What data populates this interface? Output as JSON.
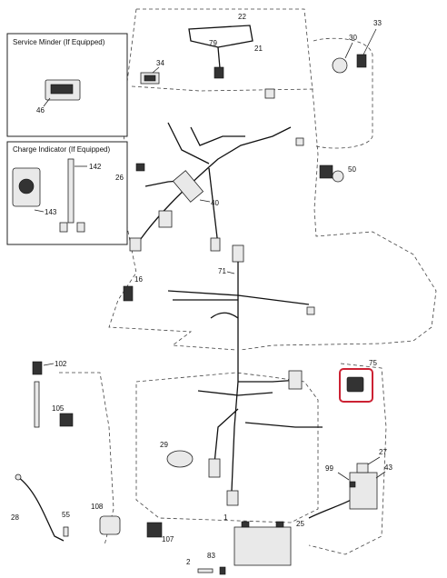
{
  "insets": {
    "service_minder": {
      "title": "Service Minder (If Equipped)",
      "part": "46"
    },
    "charge_indicator": {
      "title": "Charge Indicator (If Equipped)",
      "parts": [
        "142",
        "143"
      ]
    }
  },
  "callouts": {
    "c22": "22",
    "c79": "79",
    "c21": "21",
    "c34": "34",
    "c33": "33",
    "c30": "30",
    "c26": "26",
    "c40": "40",
    "c50": "50",
    "c16": "16",
    "c71": "71",
    "c102": "102",
    "c105": "105",
    "c75": "75",
    "c29": "29",
    "c27": "27",
    "c99": "99",
    "c43": "43",
    "c28": "28",
    "c55": "55",
    "c108": "108",
    "c107": "107",
    "c1": "1",
    "c25": "25",
    "c2": "2",
    "c83": "83"
  },
  "highlight": {
    "part": "75",
    "color": "#cc2233"
  }
}
